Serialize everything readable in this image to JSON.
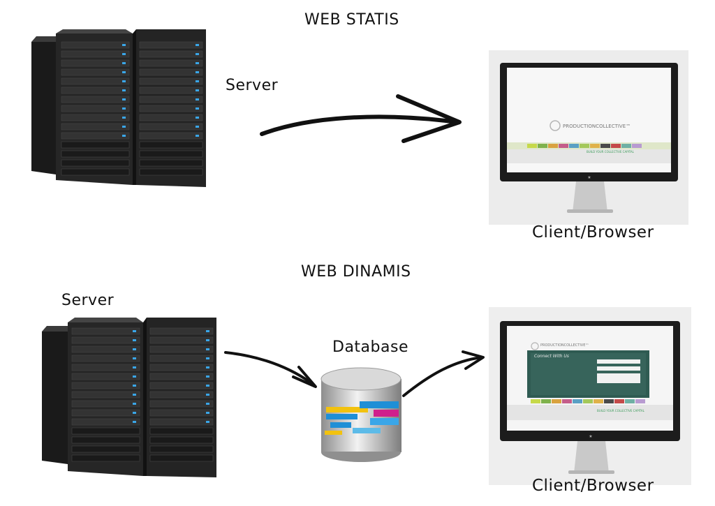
{
  "static_section": {
    "title": "WEB STATIS",
    "server_label": "Server",
    "client_label": "Client/Browser",
    "site_brand": "PRODUCTIONCOLLECTIVE™",
    "site_tagline": "BUILD YOUR COLLECTIVE CAPITAL"
  },
  "dynamic_section": {
    "title": "WEB DINAMIS",
    "server_label": "Server",
    "database_label": "Database",
    "client_label": "Client/Browser",
    "site_brand": "PRODUCTIONCOLLECTIVE™",
    "site_heading": "Connect With Us",
    "site_tagline": "BUILD YOUR COLLECTIVE CAPITAL"
  },
  "colors": {
    "server_body": "#2b2b2b",
    "server_led": "#3aa6e8",
    "arrow": "#111111",
    "monitor_frame": "#1c1c1c",
    "db_silver": "#c7c7c7",
    "db_blue": "#1f8fd6",
    "db_magenta": "#d01f8c",
    "db_yellow": "#f2c20f"
  }
}
